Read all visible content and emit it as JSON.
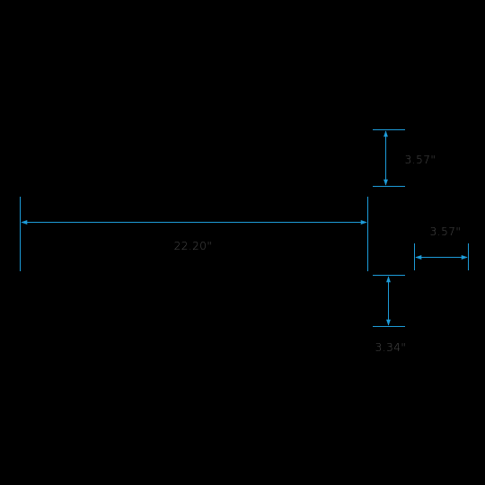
{
  "colors": {
    "background": "#000000",
    "dimension_line": "#1d9bd8",
    "label_text": "#4a4a4a"
  },
  "dimensions": {
    "length": {
      "label": "22.20\""
    },
    "top_height": {
      "label": "3.57\""
    },
    "side_width": {
      "label": "3.57\""
    },
    "bottom_height": {
      "label": "3.34\""
    }
  }
}
